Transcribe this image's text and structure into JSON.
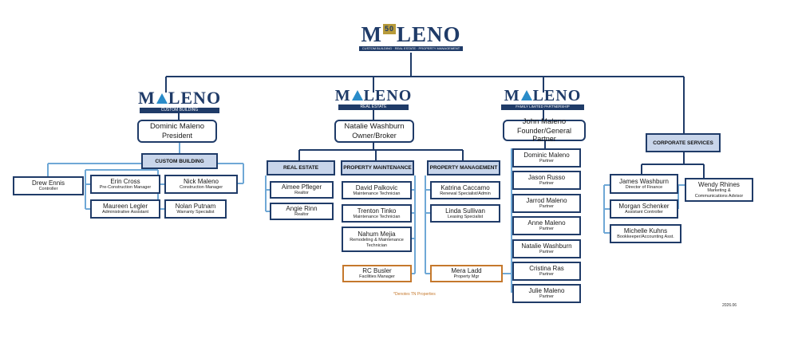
{
  "main_logo": {
    "word_left": "M",
    "anniversary": "50",
    "word_right": "LENO",
    "tagline": "CUSTOM BUILDING · REAL ESTATE · PROPERTY MANAGEMENT"
  },
  "divisions": [
    {
      "word_left": "M",
      "word_right": "LENO",
      "tagline": "CUSTOM BUILDING"
    },
    {
      "word_left": "M",
      "word_right": "LENO",
      "tagline": "REAL ESTATE"
    },
    {
      "word_left": "M",
      "word_right": "LENO",
      "tagline": "FAMILY LIMITED PARTNERSHIP"
    }
  ],
  "heads": {
    "dominic": {
      "name": "Dominic Maleno",
      "title": "President"
    },
    "natalie": {
      "name": "Natalie Washburn",
      "title": "Owner/Broker"
    },
    "john": {
      "name": "John Maleno",
      "title": "Founder/General Partner"
    }
  },
  "departments": {
    "custom_building": "CUSTOM BUILDING",
    "real_estate": "REAL ESTATE",
    "property_maintenance": "PROPERTY MAINTENANCE",
    "property_management": "PROPERTY MANAGEMENT",
    "corporate_services": "CORPORATE SERVICES"
  },
  "people": {
    "drew": {
      "name": "Drew Ennis",
      "title": "Controller"
    },
    "erin": {
      "name": "Erin Cross",
      "title": "Pre-Construction Manager"
    },
    "maureen": {
      "name": "Maureen Legler",
      "title": "Administrative Assistant"
    },
    "nick": {
      "name": "Nick Maleno",
      "title": "Construction Manager"
    },
    "nolan": {
      "name": "Nolan Putnam",
      "title": "Warranty Specialist"
    },
    "aimee": {
      "name": "Aimee Pfleger",
      "title": "Realtor"
    },
    "angie": {
      "name": "Angie Rinn",
      "title": "Realtor"
    },
    "david": {
      "name": "David Palkovic",
      "title": "Maintenance Technician"
    },
    "trenton": {
      "name": "Trenton Tinko",
      "title": "Maintenance Technician"
    },
    "nahum": {
      "name": "Nahum Mejia",
      "title": "Remodeling   & Maintenance Technician"
    },
    "rc": {
      "name": "RC Busler",
      "title": "Facilities Manager"
    },
    "katrina": {
      "name": "Katrina Caccamo",
      "title": "Renewal Specialist/Admin"
    },
    "linda": {
      "name": "Linda Sullivan",
      "title": "Leasing Specialist"
    },
    "mera": {
      "name": "Mera Ladd",
      "title": "Property Mgr"
    },
    "james": {
      "name": "James Washburn",
      "title": "Director of Finance"
    },
    "morgan": {
      "name": "Morgan Schenker",
      "title": "Assistant Controller"
    },
    "michelle": {
      "name": "Michelle Kuhns",
      "title": "Bookkeeper/Accounting Asst."
    },
    "wendy": {
      "name": "Wendy Rhines",
      "title": "Marketing & Communications Advisor"
    }
  },
  "partners": [
    {
      "name": "Dominic Maleno",
      "title": "Partner"
    },
    {
      "name": "Jason Russo",
      "title": "Partner"
    },
    {
      "name": "Jarrod Maleno",
      "title": "Partner"
    },
    {
      "name": "Anne Maleno",
      "title": "Partner"
    },
    {
      "name": "Natalie Washburn",
      "title": "Partner"
    },
    {
      "name": "Cristina Ras",
      "title": "Partner"
    },
    {
      "name": "Julie Maleno",
      "title": "Partner"
    }
  ],
  "footnote": "*Denotes TN Properties",
  "revision_code": "2026.06",
  "colors": {
    "navy": "#1f3b68",
    "light_blue_line": "#6fa8d6",
    "dept_fill": "#c8d5ea",
    "orange": "#c5782c",
    "roof_blue": "#2a8cc9",
    "gold": "#b89b3a"
  }
}
